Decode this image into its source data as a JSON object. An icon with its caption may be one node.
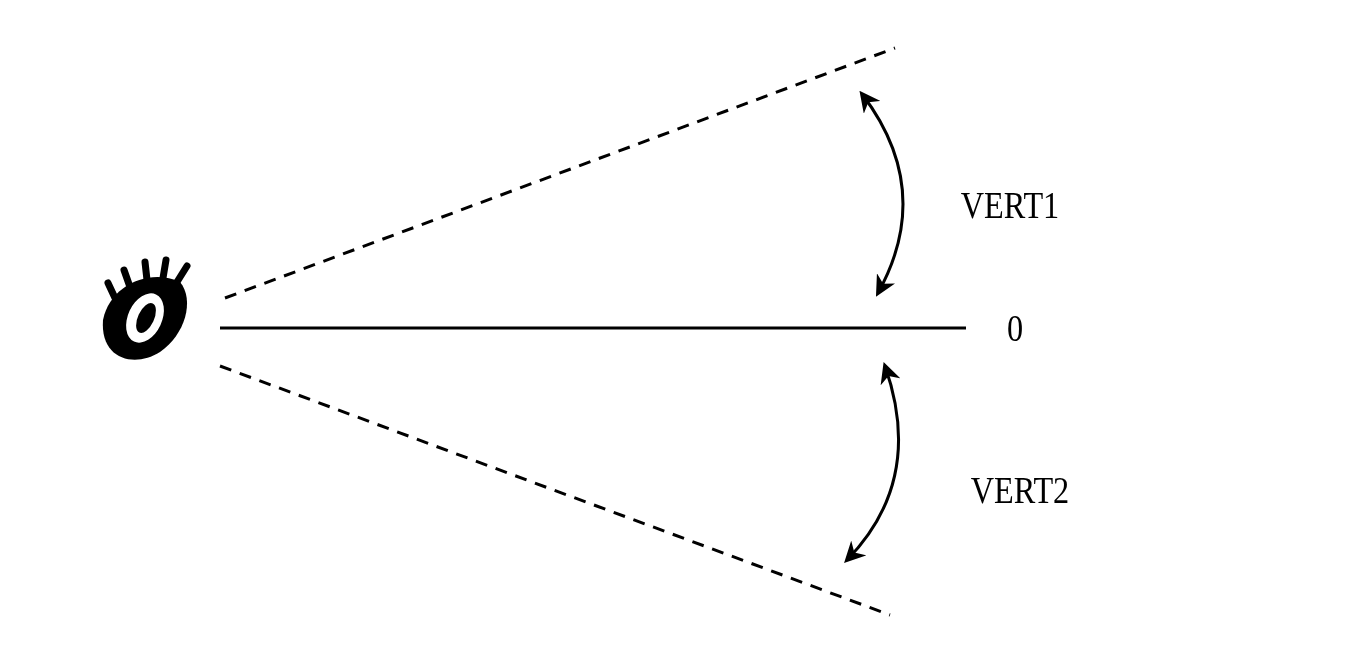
{
  "diagram": {
    "labels": [
      "VERT1",
      "0",
      "VERT2"
    ]
  }
}
